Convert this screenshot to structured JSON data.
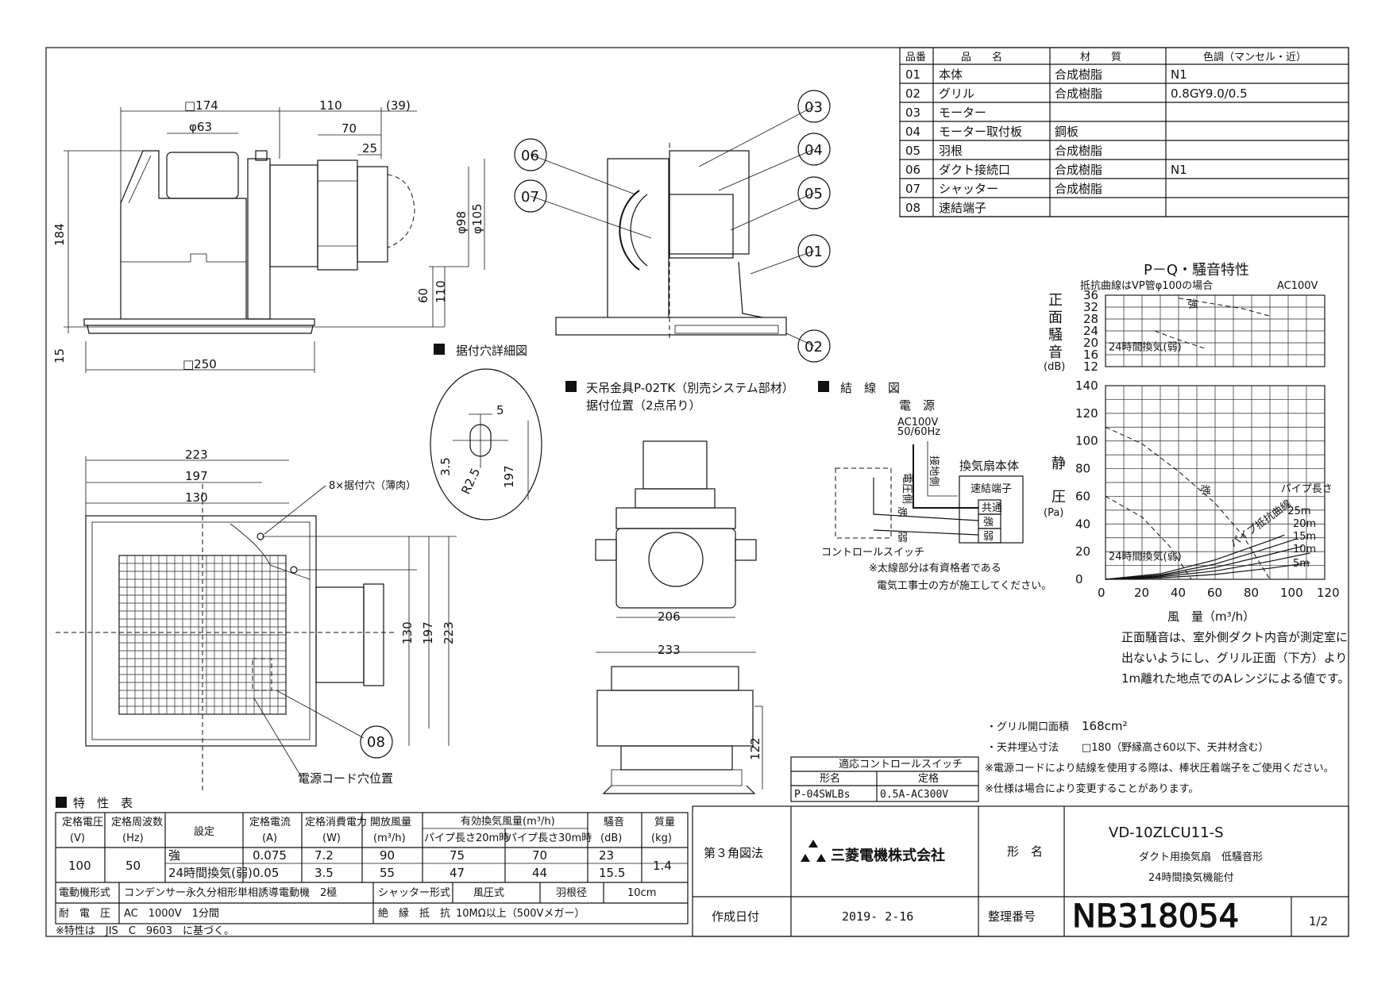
{
  "parts_table": {
    "headers": [
      "品番",
      "品　　名",
      "材　　質",
      "色調（マンセル・近）"
    ],
    "rows": [
      [
        "01",
        "本体",
        "合成樹脂",
        "N1"
      ],
      [
        "02",
        "グリル",
        "合成樹脂",
        "0.8GY9.0/0.5"
      ],
      [
        "03",
        "モーター",
        "",
        ""
      ],
      [
        "04",
        "モーター取付板",
        "鋼板",
        ""
      ],
      [
        "05",
        "羽根",
        "合成樹脂",
        ""
      ],
      [
        "06",
        "ダクト接続口",
        "合成樹脂",
        "N1"
      ],
      [
        "07",
        "シャッター",
        "合成樹脂",
        ""
      ],
      [
        "08",
        "速結端子",
        "",
        ""
      ]
    ]
  },
  "front_view_dims": {
    "w174": "□174",
    "w110": "110",
    "w39": "(39)",
    "d63": "φ63",
    "w70": "70",
    "w25": "25",
    "h184": "184",
    "d98": "φ98",
    "d105": "φ105",
    "h60": "60",
    "h110": "110",
    "h15": "15",
    "w250": "□250"
  },
  "section_callouts": [
    "01",
    "02",
    "03",
    "04",
    "05",
    "06",
    "07"
  ],
  "hole_detail": {
    "title": "据付穴詳細図",
    "d5": "5",
    "d35": "3.5",
    "r25": "R2.5",
    "d197": "197"
  },
  "bottom_view": {
    "d223": "223",
    "d197": "197",
    "d130": "130",
    "hole_label": "8×据付穴（薄肉）",
    "v130": "130",
    "v197": "197",
    "v223": "223",
    "callout": "08",
    "cord_label": "電源コード穴位置"
  },
  "hanger": {
    "title": "天吊金具P-02TK（別売システム部材）",
    "subtitle": "据付位置（2点吊り）",
    "w206": "206",
    "w233": "233",
    "h122": "122"
  },
  "wiring": {
    "title": "結　線　図",
    "power": "電　源",
    "voltage": "AC100V",
    "freq": "50/60Hz",
    "live": "電圧側",
    "ground": "接地側",
    "body": "換気扇本体",
    "terminal": "速結端子",
    "t1": "共通",
    "t2": "強",
    "t3": "弱",
    "sw_strong": "強",
    "sw_weak": "弱",
    "switch": "コントロールスイッチ",
    "note1": "※太線部分は有資格者である",
    "note2": "電気工事士の方が施工してください。"
  },
  "chart_titles": {
    "main": "P－Q・騒音特性",
    "sub": "抵抗曲線はVP管φ100の場合",
    "ac": "AC100V",
    "noise_axis": [
      "正",
      "面",
      "騒",
      "音"
    ],
    "noise_unit": "(dB)",
    "pressure_axis": [
      "静",
      "圧"
    ],
    "pressure_unit": "(Pa)",
    "xaxis": "風　量（m³/h）"
  },
  "chart_data": [
    {
      "type": "line",
      "title": "P－Q・騒音特性",
      "ylabel": "正面騒音(dB)",
      "yticks": [
        12,
        16,
        20,
        24,
        28,
        32,
        36
      ],
      "ylim": [
        12,
        36
      ],
      "xlim": [
        0,
        120
      ],
      "series": [
        {
          "name": "強",
          "x": [
            40,
            55,
            75,
            90
          ],
          "y": [
            35,
            33.5,
            31.5,
            29
          ]
        },
        {
          "name": "24時間換気(弱)",
          "x": [
            27,
            40,
            55
          ],
          "y": [
            24,
            21,
            18
          ]
        }
      ]
    },
    {
      "type": "line",
      "xlabel": "風　量（m³/h）",
      "ylabel": "静圧(Pa)",
      "xticks": [
        0,
        20,
        40,
        60,
        80,
        100,
        120
      ],
      "yticks": [
        0,
        20,
        40,
        60,
        80,
        100,
        120,
        140
      ],
      "xlim": [
        0,
        120
      ],
      "ylim": [
        0,
        140
      ],
      "series": [
        {
          "name": "強",
          "x": [
            0,
            20,
            40,
            60,
            75,
            90
          ],
          "y": [
            110,
            98,
            78,
            55,
            32,
            0
          ]
        },
        {
          "name": "24時間換気(弱)",
          "x": [
            0,
            20,
            35,
            47
          ],
          "y": [
            60,
            45,
            24,
            0
          ]
        }
      ],
      "resistance_curves": [
        {
          "name": "25m",
          "x": [
            0,
            30,
            60,
            90,
            98
          ],
          "y": [
            0,
            4,
            14,
            28,
            32
          ]
        },
        {
          "name": "20m",
          "x": [
            0,
            30,
            60,
            90,
            104
          ],
          "y": [
            0,
            3,
            11,
            23,
            29
          ]
        },
        {
          "name": "15m",
          "x": [
            0,
            30,
            60,
            90,
            108
          ],
          "y": [
            0,
            2.5,
            8.5,
            18,
            24
          ]
        },
        {
          "name": "10m",
          "x": [
            0,
            30,
            60,
            90,
            112
          ],
          "y": [
            0,
            1.8,
            6,
            13,
            19
          ]
        },
        {
          "name": "5m",
          "x": [
            0,
            30,
            60,
            90,
            112
          ],
          "y": [
            0,
            1,
            3.5,
            8,
            12
          ]
        }
      ],
      "annotations": [
        "強",
        "24時間換気(弱)",
        "パイプ長さ",
        "パイプ抵抗曲線"
      ]
    }
  ],
  "chart_note": [
    "正面騒音は、室外側ダクト内音が測定室に",
    "出ないようにし、グリル正面（下方）より",
    "1m離れた地点でのAレンジによる値です。"
  ],
  "notes": {
    "grille_label": "・グリル開口面積",
    "grille_val": "168cm²",
    "ceiling_label": "・天井埋込寸法",
    "ceiling_val": "□180（野縁高さ60以下、天井材含む）",
    "note3": "※電源コードにより結線を使用する際は、棒状圧着端子をご使用ください。",
    "note4": "※仕様は場合により変更することがあります。"
  },
  "switch_table": {
    "title": "適応コントロールスイッチ",
    "h1": "形名",
    "h2": "定格",
    "v1": "P-04SWLBs",
    "v2": "0.5A-AC300V"
  },
  "spec": {
    "title": "特　性　表",
    "h": [
      "定格電圧",
      "(V)",
      "定格周波数",
      "(Hz)",
      "設定",
      "定格電流",
      "(A)",
      "定格消費電力",
      "(W)",
      "開放風量",
      "(m³/h)",
      "有効換気風量(m³/h)",
      "パイプ長さ20m時",
      "パイプ長さ30m時",
      "騒音",
      "(dB)",
      "質量",
      "(kg)"
    ],
    "voltage": "100",
    "freq": "50",
    "mass": "1.4",
    "rows": [
      [
        "強",
        "0.075",
        "7.2",
        "90",
        "75",
        "70",
        "23"
      ],
      [
        "24時間換気(弱)",
        "0.05",
        "3.5",
        "55",
        "47",
        "44",
        "15.5"
      ]
    ],
    "motor_label": "電動機形式",
    "motor_val": "コンデンサー永久分相形単相誘導電動機　2極",
    "shutter_label": "シャッター形式",
    "shutter_val": "風圧式",
    "blade_label": "羽根径",
    "blade_val": "10cm",
    "withstand_label": "耐　電　圧",
    "withstand_val": "AC　1000V　1分間",
    "insul_label": "絶　縁　抵　抗",
    "insul_val": "10MΩ以上（500Vメガー）",
    "foot": "※特性は　JIS　C　9603　に基づく。"
  },
  "title_block": {
    "projection": "第３角図法",
    "company": "三菱電機株式会社",
    "model_label": "形　名",
    "model": "VD-10ZLCU11-S",
    "desc1": "ダクト用換気扇　低騒音形",
    "desc2": "24時間換気機能付",
    "date_label": "作成日付",
    "date": "2019- 2-16",
    "ref_label": "整理番号",
    "ref": "NB318054",
    "page": "1/2"
  }
}
